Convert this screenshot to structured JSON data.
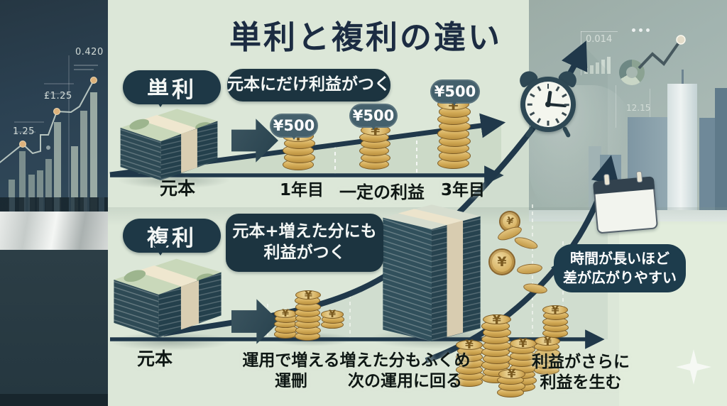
{
  "title": "単利と複利の違い",
  "simple": {
    "badge": "単利",
    "callout": "元本にだけ利益がつく",
    "principal": "元本",
    "bubbles": [
      "¥500",
      "¥500",
      "¥500"
    ],
    "timeline": [
      "1年目",
      "一定の利益",
      "3年目"
    ]
  },
  "compound": {
    "badge": "複利",
    "callout_line1": "元本+増えた分にも",
    "callout_line2": "利益がつく",
    "principal": "元本",
    "step2_line1": "運用で増える",
    "step2_line2": "運刪",
    "step3_line1": "増えた分もふくめ",
    "step3_line2": "次の運用に回る",
    "step4_line1": "利益がさらに",
    "step4_line2": "利益を生む"
  },
  "right_panel": {
    "bubble_line1": "時間が長いほど",
    "bubble_line2": "差が広がりやすい",
    "stat_top": "0.014",
    "stat_mid": "12.15"
  },
  "left_chart": {
    "point_labels": [
      "1.25",
      "£1.25",
      "0.420"
    ]
  },
  "icons": {
    "clock": "alarm-clock",
    "calendar": "calendar",
    "sparkle": "✦",
    "currency": "¥"
  },
  "colors": {
    "ink": "#20384a",
    "badge_bg": "#1e3846",
    "bubble_bg": "#44606c",
    "gold": "#d7b263",
    "bg_sage": "#dce7d8",
    "panel_blue": "#a2b4b0",
    "silver": "#d9dedd"
  }
}
